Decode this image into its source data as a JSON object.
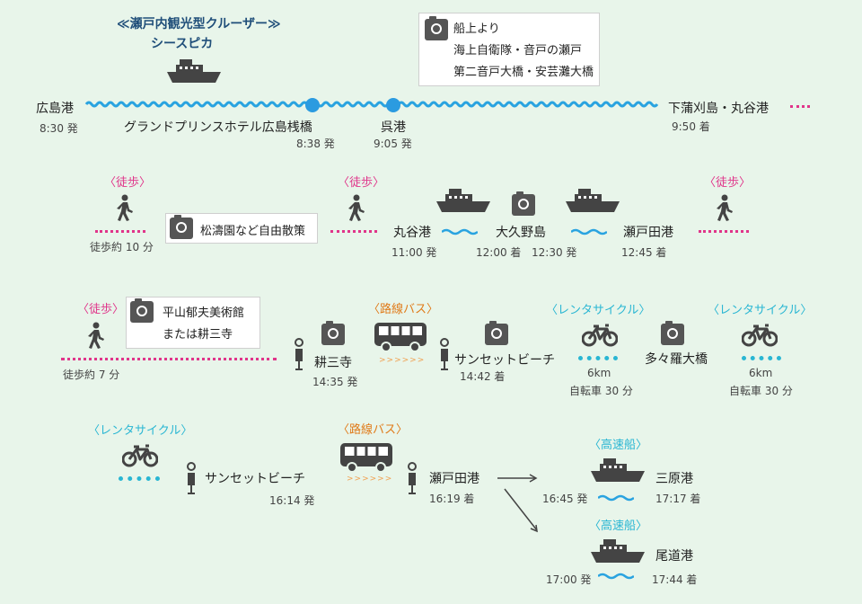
{
  "cruiser": {
    "title": "≪瀬戸内観光型クルーザー≫",
    "name": "シースピカ"
  },
  "onboard_box": {
    "lines": [
      "船上より",
      "海上自衛隊・音戸の瀬戸",
      "第二音戸大橋・安芸灘大橋"
    ]
  },
  "row1": {
    "hiroshima": {
      "name": "広島港",
      "time": "8:30 発"
    },
    "grand_prince": {
      "name": "グランドプリンスホテル広島桟橋",
      "time": "8:38 発"
    },
    "kure": {
      "name": "呉港",
      "time": "9:05 発"
    },
    "shimokamagari": {
      "name": "下蒲刈島・丸谷港",
      "time": "9:50 着"
    }
  },
  "row2": {
    "walk1": {
      "label": "〈徒歩〉",
      "note": "徒歩約 10 分"
    },
    "shotoen_box": "松濤園など自由散策",
    "walk2": {
      "label": "〈徒歩〉"
    },
    "maruya": {
      "name": "丸谷港",
      "time": "11:00 発"
    },
    "okunojima": {
      "name": "大久野島",
      "time_arr": "12:00 着",
      "time_dep": "12:30 発"
    },
    "setoda": {
      "name": "瀬戸田港",
      "time": "12:45 着"
    },
    "walk3": {
      "label": "〈徒歩〉"
    }
  },
  "row3": {
    "walk": {
      "label": "〈徒歩〉",
      "note": "徒歩約 7 分"
    },
    "museum_box": [
      "平山郁夫美術館",
      "または耕三寺"
    ],
    "kosanji": {
      "name": "耕三寺",
      "time": "14:35 発"
    },
    "bus_label": "〈路線バス〉",
    "sunset": {
      "name": "サンセットビーチ",
      "time": "14:42 着"
    },
    "rental1": {
      "label": "〈レンタサイクル〉",
      "dist": "6km",
      "time": "自転車 30 分"
    },
    "tatara": {
      "name": "多々羅大橋"
    },
    "rental2": {
      "label": "〈レンタサイクル〉",
      "dist": "6km",
      "time": "自転車 30 分"
    }
  },
  "row4": {
    "rental_label": "〈レンタサイクル〉",
    "sunset": {
      "name": "サンセットビーチ",
      "time": "16:14 発"
    },
    "bus_label": "〈路線バス〉",
    "setoda": {
      "name": "瀬戸田港",
      "time": "16:19 着"
    },
    "fast1": {
      "label": "〈高速船〉",
      "dep": "16:45 発",
      "dest": "三原港",
      "arr": "17:17 着"
    },
    "fast2": {
      "label": "〈高速船〉",
      "dep": "17:00 発",
      "dest": "尾道港",
      "arr": "17:44 着"
    }
  },
  "colors": {
    "pink": "#e0358a",
    "cyan": "#29b6d3",
    "orange": "#e07b1a",
    "navy": "#1f4e79",
    "icon": "#555555"
  }
}
